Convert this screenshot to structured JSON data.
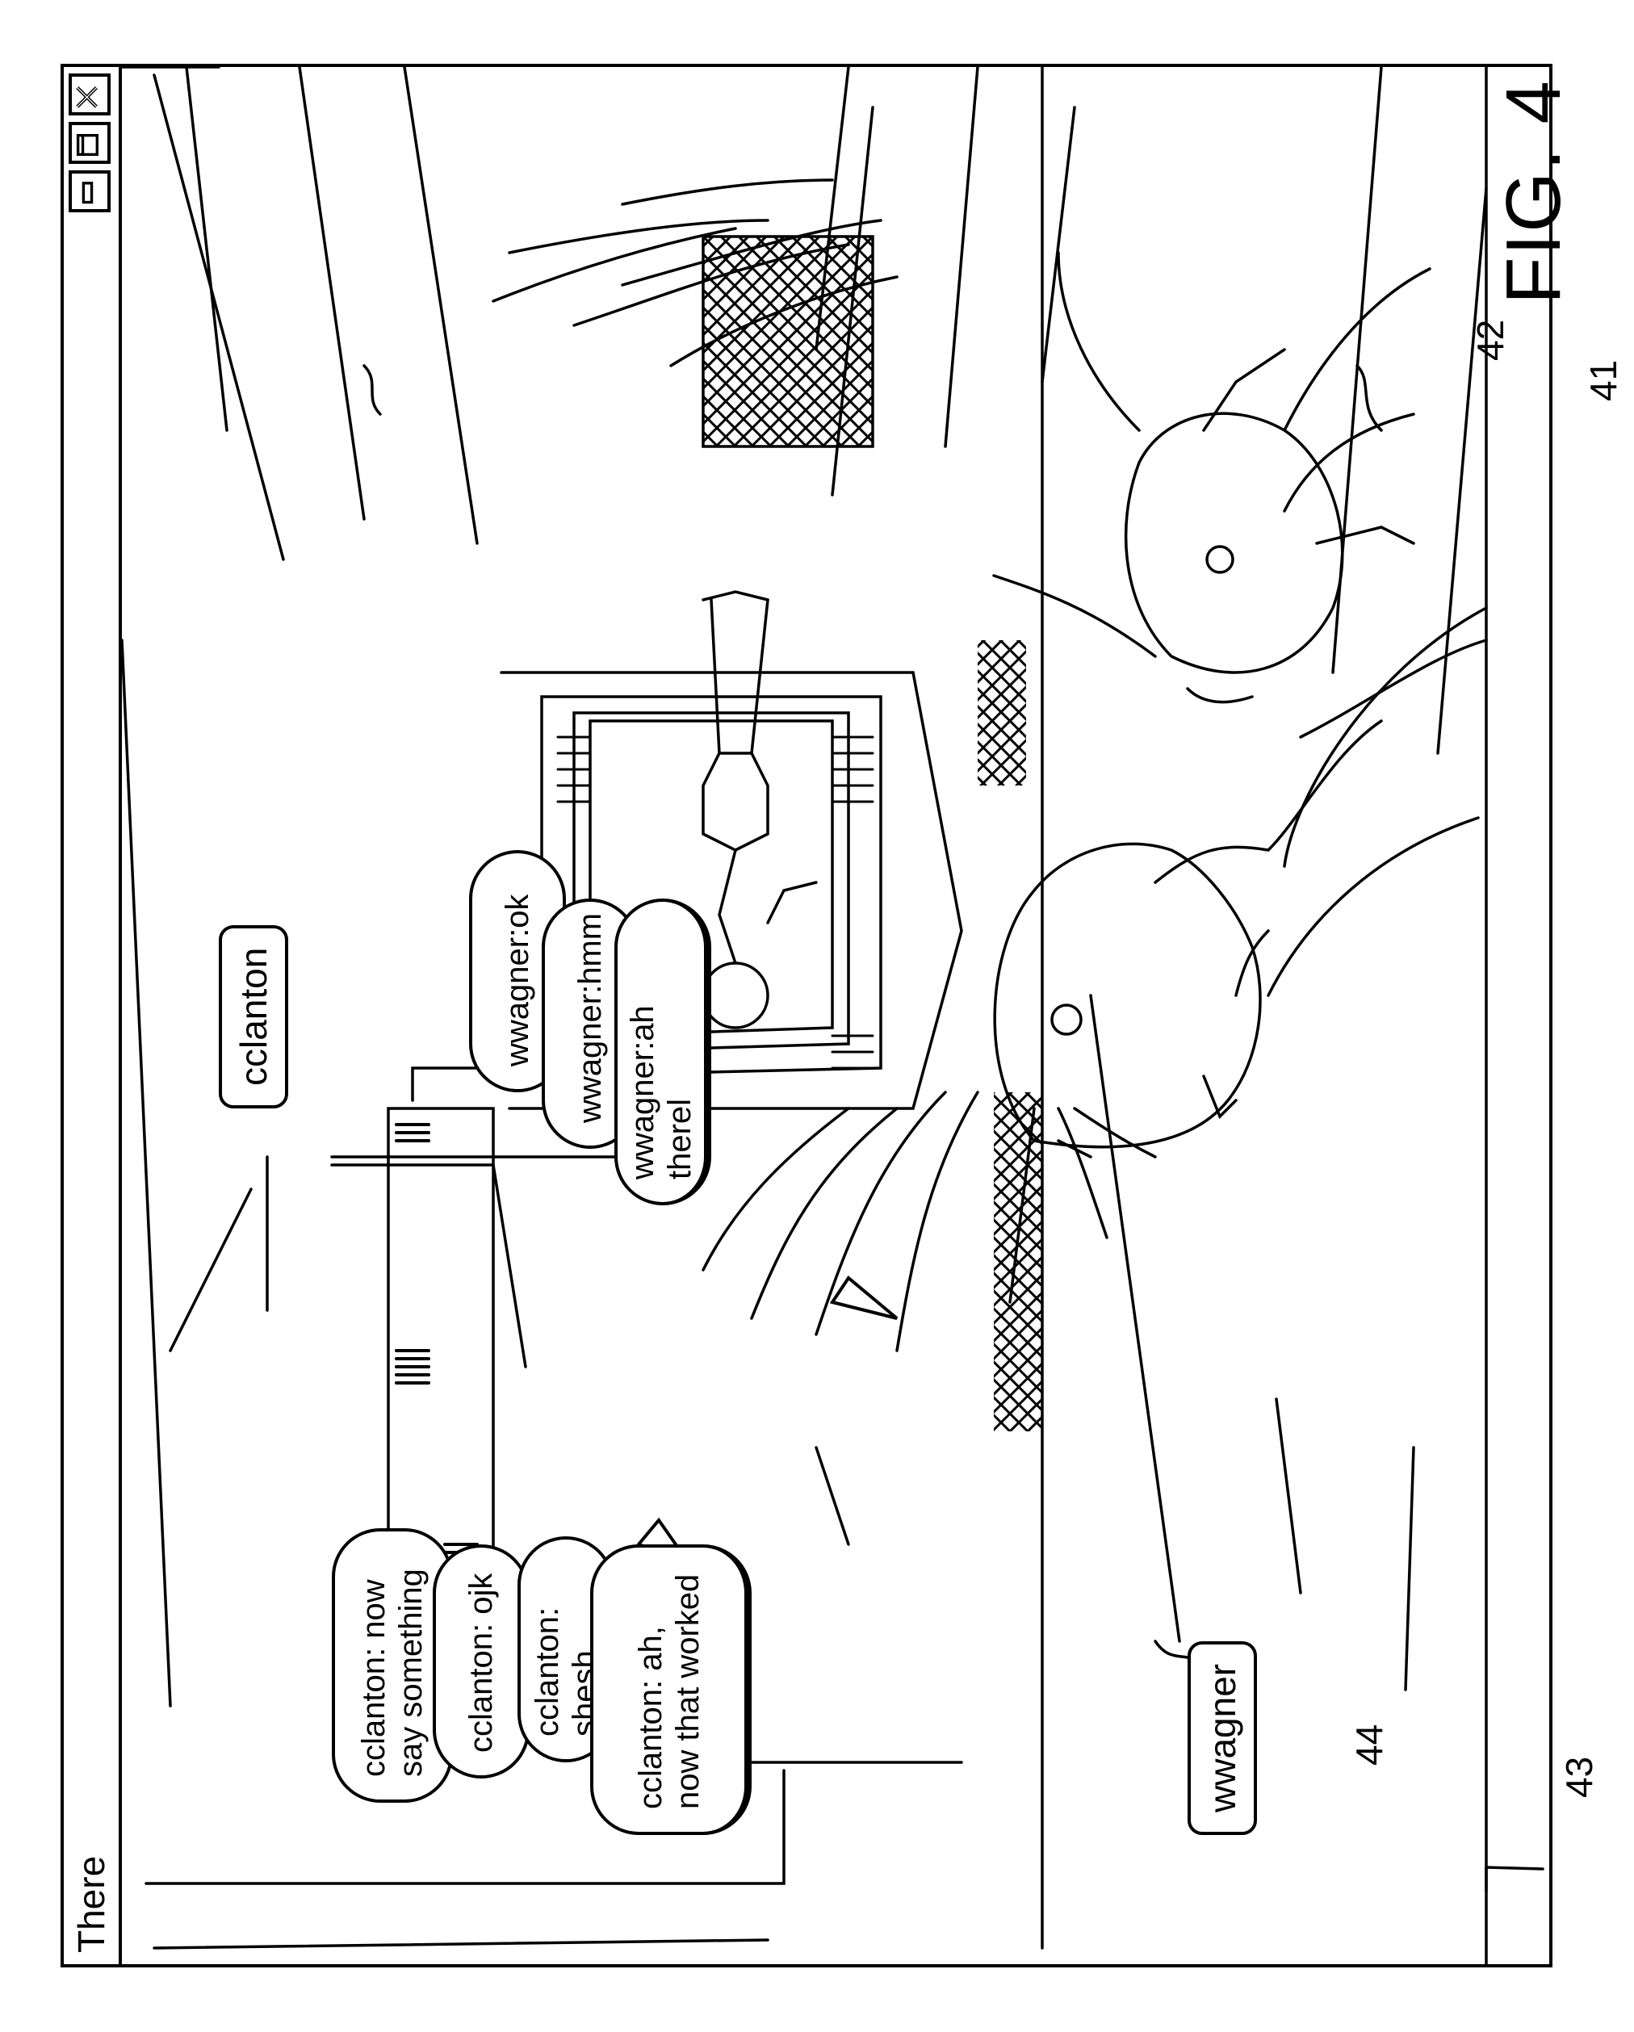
{
  "window": {
    "title": "There",
    "controls": {
      "minimize": "minimize-icon",
      "maximize": "maximize-icon",
      "close": "close-icon"
    }
  },
  "nametags": {
    "left": "cclanton",
    "right": "wwagner"
  },
  "chat_left": {
    "messages": [
      "cclanton: now say something",
      "cclanton: ojk",
      "cclanton: shesh",
      "cclanton: ah, now that worked"
    ]
  },
  "chat_right": {
    "messages": [
      "wwagner:ok",
      "wwagner:hmm",
      "wwagner:ah therel"
    ]
  },
  "reference_numerals": {
    "bubbles_left": "43",
    "bubbles_right": "44",
    "avatar_left": "41",
    "avatar_right": "42"
  },
  "figure_label": "FIG. 4"
}
